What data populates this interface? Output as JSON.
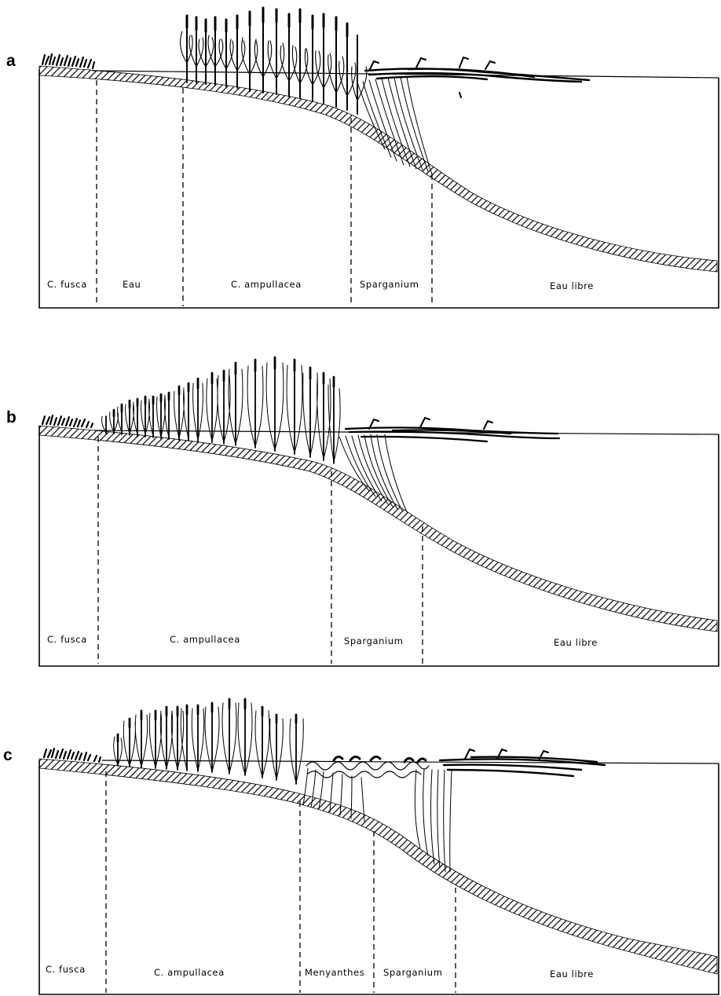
{
  "panels": [
    {
      "letter": "a",
      "zones": [
        "C. fusca",
        "Eau",
        "C. ampullacea",
        "Sparganium",
        "Eau libre"
      ]
    },
    {
      "letter": "b",
      "zones": [
        "C. fusca",
        "C. ampullacea",
        "Sparganium",
        "Eau libre"
      ]
    },
    {
      "letter": "c",
      "zones": [
        "C. fusca",
        "C. ampullacea",
        "Menyanthes",
        "Sparganium",
        "Eau libre"
      ]
    }
  ],
  "colors": {
    "ink": "#000000",
    "paper": "#ffffff"
  }
}
